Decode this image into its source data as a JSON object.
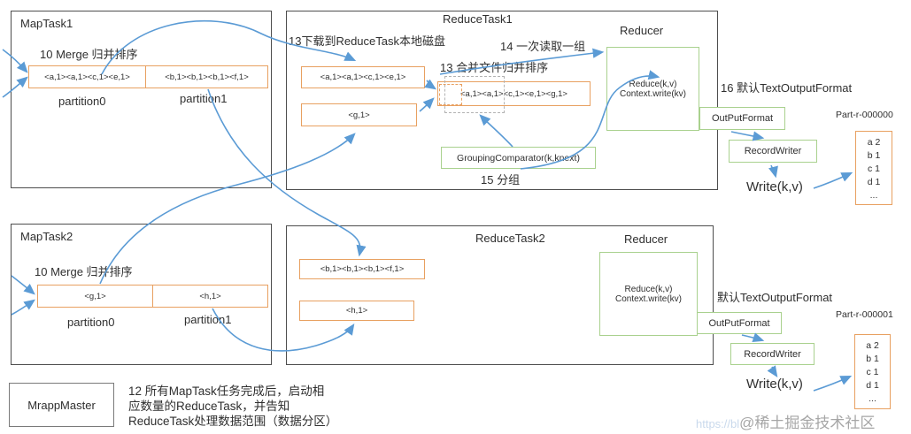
{
  "colors": {
    "arrow": "#5B9BD5",
    "orange": "#E8A060",
    "green": "#A9D18E",
    "box_border": "#4d4d4d",
    "text": "#2f2f2f",
    "watermark_gray": "#a6a6a6",
    "watermark_blue": "#c9d9ec"
  },
  "map_task1": {
    "title": "MapTask1",
    "merge_label": "10 Merge 归并排序",
    "cells": [
      "<a,1><a,1><c,1><e,1>",
      "<b,1><b,1><b,1><f,1>"
    ],
    "partitions": [
      "partition0",
      "partition1"
    ]
  },
  "map_task2": {
    "title": "MapTask2",
    "merge_label": "10 Merge 归并排序",
    "cells": [
      "<g,1>",
      "<h,1>"
    ],
    "partitions": [
      "partition0",
      "partition1"
    ]
  },
  "reduce_task1": {
    "title": "ReduceTask1",
    "download_label": "13下载到ReduceTask本地磁盘",
    "read_label": "14 一次读取一组",
    "merge_label": "13 合并文件归并排序",
    "cell_a": "<a,1><a,1><c,1><e,1>",
    "cell_merged": "<a,1><a,1><c,1><e,1><g,1>",
    "cell_g": "<g,1>",
    "grouping_box": "GroupingComparator(k,knext)",
    "group_label": "15 分组"
  },
  "reduce_task2": {
    "title": "ReduceTask2",
    "cell_b": "<b,1><b,1><b,1><f,1>",
    "cell_h": "<h,1>"
  },
  "reducer1": {
    "title": "Reducer",
    "line1": "Reduce(k,v)",
    "line2": "Context.write(kv)"
  },
  "reducer2": {
    "title": "Reducer",
    "line1": "Reduce(k,v)",
    "line2": "Context.write(kv)"
  },
  "output1": {
    "format_label": "16 默认TextOutputFormat",
    "output_format": "OutPutFormat",
    "record_writer": "RecordWriter",
    "write_label": "Write(k,v)",
    "part_label": "Part-r-000000",
    "lines": [
      "a 2",
      "b 1",
      "c 1",
      "d 1",
      "..."
    ]
  },
  "output2": {
    "format_label": "默认TextOutputFormat",
    "output_format": "OutPutFormat",
    "record_writer": "RecordWriter",
    "write_label": "Write(k,v)",
    "part_label": "Part-r-000001",
    "lines": [
      "a 2",
      "b 1",
      "c 1",
      "d 1",
      "..."
    ]
  },
  "app_master": {
    "box_label": "MrappMaster",
    "note_lines": [
      "12 所有MapTask任务完成后，启动相",
      "应数量的ReduceTask，并告知",
      "ReduceTask处理数据范围（数据分区）"
    ]
  },
  "watermark": {
    "url_fragment": "https://bl",
    "community": "@稀土掘金技术社区"
  }
}
